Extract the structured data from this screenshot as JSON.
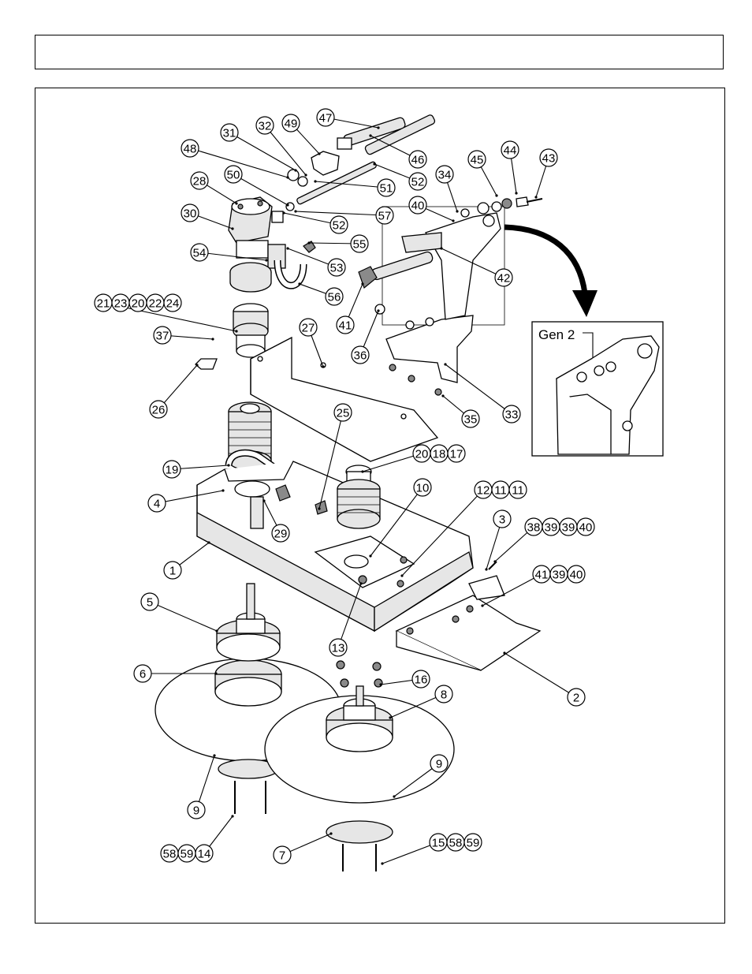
{
  "header": {
    "title": ""
  },
  "diagram": {
    "inset_label": "Gen 2",
    "callouts": [
      {
        "id": "c1",
        "label": "1"
      },
      {
        "id": "c2",
        "label": "2"
      },
      {
        "id": "c3",
        "label": "3"
      },
      {
        "id": "c4",
        "label": "4"
      },
      {
        "id": "c5",
        "label": "5"
      },
      {
        "id": "c6",
        "label": "6"
      },
      {
        "id": "c7",
        "label": "7"
      },
      {
        "id": "c8",
        "label": "8"
      },
      {
        "id": "c9a",
        "label": "9"
      },
      {
        "id": "c9b",
        "label": "9"
      },
      {
        "id": "c10",
        "label": "10"
      },
      {
        "id": "c13",
        "label": "13"
      },
      {
        "id": "c16",
        "label": "16"
      },
      {
        "id": "c19",
        "label": "19"
      },
      {
        "id": "c25",
        "label": "25"
      },
      {
        "id": "c26",
        "label": "26"
      },
      {
        "id": "c27",
        "label": "27"
      },
      {
        "id": "c28",
        "label": "28"
      },
      {
        "id": "c29",
        "label": "29"
      },
      {
        "id": "c30",
        "label": "30"
      },
      {
        "id": "c31",
        "label": "31"
      },
      {
        "id": "c32",
        "label": "32"
      },
      {
        "id": "c33",
        "label": "33"
      },
      {
        "id": "c34",
        "label": "34"
      },
      {
        "id": "c35",
        "label": "35"
      },
      {
        "id": "c36",
        "label": "36"
      },
      {
        "id": "c37",
        "label": "37"
      },
      {
        "id": "c40a",
        "label": "40"
      },
      {
        "id": "c41a",
        "label": "41"
      },
      {
        "id": "c42",
        "label": "42"
      },
      {
        "id": "c43",
        "label": "43"
      },
      {
        "id": "c44",
        "label": "44"
      },
      {
        "id": "c45",
        "label": "45"
      },
      {
        "id": "c46",
        "label": "46"
      },
      {
        "id": "c47",
        "label": "47"
      },
      {
        "id": "c48",
        "label": "48"
      },
      {
        "id": "c49",
        "label": "49"
      },
      {
        "id": "c50",
        "label": "50"
      },
      {
        "id": "c51",
        "label": "51"
      },
      {
        "id": "c52a",
        "label": "52"
      },
      {
        "id": "c52b",
        "label": "52"
      },
      {
        "id": "c53",
        "label": "53"
      },
      {
        "id": "c54",
        "label": "54"
      },
      {
        "id": "c55",
        "label": "55"
      },
      {
        "id": "c56",
        "label": "56"
      },
      {
        "id": "c57",
        "label": "57"
      }
    ],
    "callout_groups": [
      {
        "id": "g1",
        "labels": [
          "21",
          "23",
          "20",
          "22",
          "24"
        ]
      },
      {
        "id": "g2",
        "labels": [
          "20",
          "18",
          "17"
        ]
      },
      {
        "id": "g3",
        "labels": [
          "12",
          "11",
          "11"
        ]
      },
      {
        "id": "g4",
        "labels": [
          "38",
          "39",
          "39",
          "40"
        ]
      },
      {
        "id": "g5",
        "labels": [
          "41",
          "39",
          "40"
        ]
      },
      {
        "id": "g6",
        "labels": [
          "58",
          "59",
          "14"
        ]
      },
      {
        "id": "g7",
        "labels": [
          "15",
          "58",
          "59"
        ]
      }
    ]
  }
}
